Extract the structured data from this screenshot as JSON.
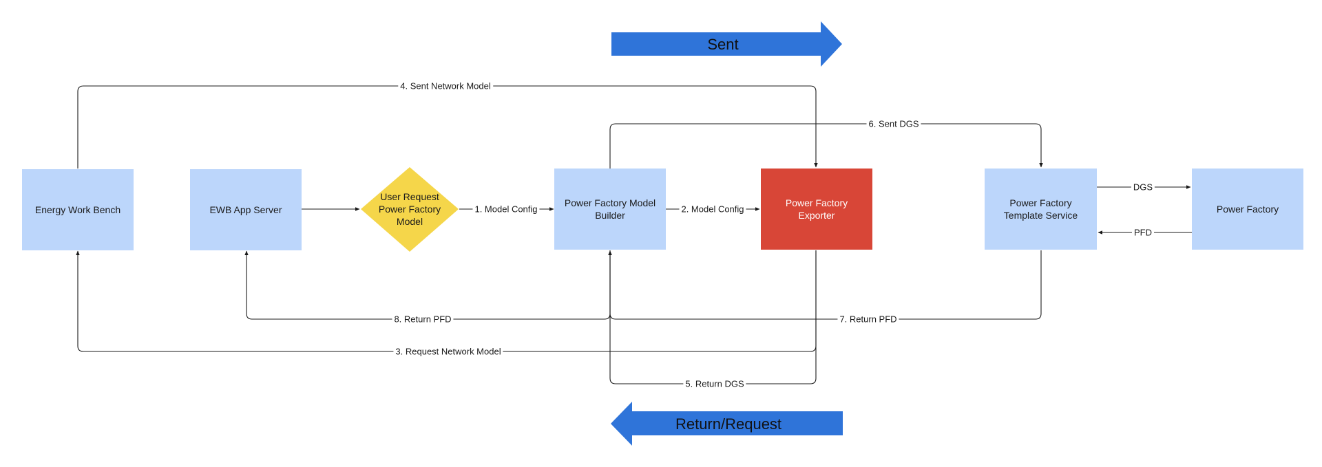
{
  "legend": {
    "sent": {
      "label": "Sent",
      "color": "#2f74d9"
    },
    "return": {
      "label": "Return/Request",
      "color": "#2f74d9"
    }
  },
  "nodes": {
    "energy_work_bench": {
      "label": "Energy Work Bench"
    },
    "ewb_app_server": {
      "label": "EWB App Server"
    },
    "user_request": {
      "label": "User Request Power Factory Model"
    },
    "model_builder": {
      "label": "Power Factory Model Builder"
    },
    "exporter": {
      "label": "Power Factory Exporter"
    },
    "template_service": {
      "label": "Power Factory Template Service"
    },
    "power_factory": {
      "label": "Power Factory"
    }
  },
  "edges": {
    "e1": "1. Model Config",
    "e2": "2. Model Config",
    "e3": "3. Request Network Model",
    "e4": "4. Sent Network Model",
    "e5": "5. Return DGS",
    "e6": "6. Sent DGS",
    "e7": "7. Return PFD",
    "e8": "8. Return PFD",
    "dgs": "DGS",
    "pfd": "PFD"
  },
  "colors": {
    "node_fill": "#bcd6fb",
    "exporter_fill": "#d84637",
    "decision_fill": "#f5d64a",
    "arrow_blue": "#2f74d9",
    "line": "#1a1a1a"
  }
}
